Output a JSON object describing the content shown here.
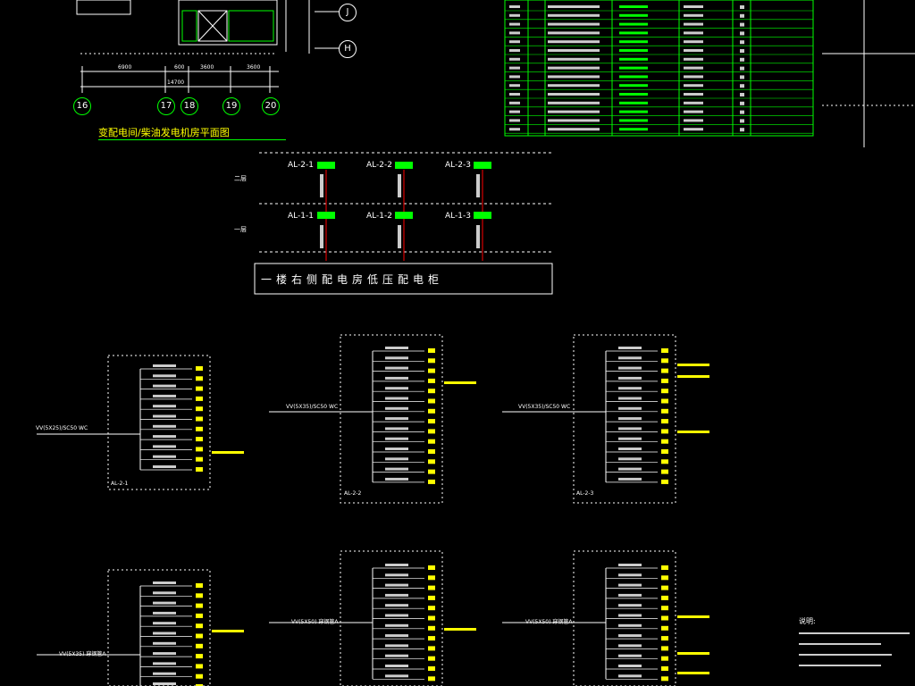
{
  "plan": {
    "title": "变配电间/柴油发电机房平面图",
    "axes": [
      "16",
      "17",
      "18",
      "19",
      "20",
      "J",
      "H"
    ],
    "dims": [
      "6900",
      "600",
      "3600",
      "3600",
      "14700"
    ]
  },
  "riser": {
    "panels_top": [
      "AL-2-1",
      "AL-2-2",
      "AL-2-3"
    ],
    "panels_bottom": [
      "AL-1-1",
      "AL-1-2",
      "AL-1-3"
    ],
    "floor_top": "二层",
    "floor_bottom": "一层",
    "source_box": "一楼右侧配电房低压配电柜"
  },
  "diagrams": {
    "labels": [
      "AL-2-1",
      "AL-2-2",
      "AL-2-3"
    ],
    "feeds_top": [
      "VV(5X25)/SC50 WC",
      "VV(5X35)/SC50 WC",
      "VV(5X35)/SC50 WC"
    ],
    "feeds_bottom": [
      "VV(5X35) 穿钢管A",
      "VV(5X50) 穿钢管A",
      "VV(5X50) 穿钢管A"
    ]
  },
  "notes": {
    "title": "说明:"
  },
  "colors": {
    "background": "#000000",
    "line_green": "#00ff00",
    "text_yellow": "#ffff00",
    "riser_red": "#ff0000",
    "border_white": "#ffffff"
  }
}
